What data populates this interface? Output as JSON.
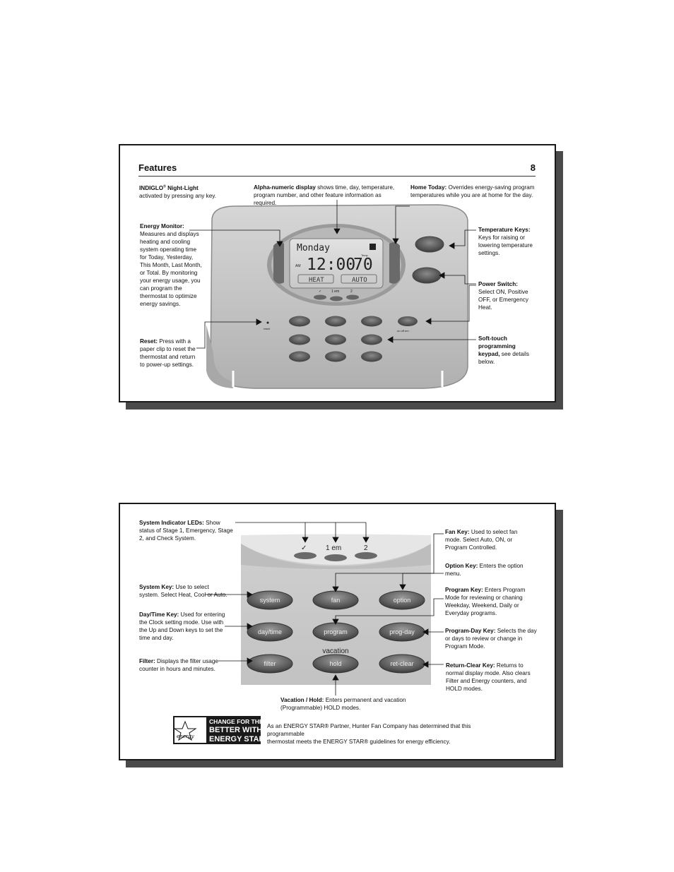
{
  "panel1": {
    "title": "Features",
    "page_number": "8",
    "indiglo_title": "INDIGLO",
    "indiglo_reg": "®",
    "indiglo_title2": " Night-Light",
    "indiglo_desc": "activated by pressing any key.",
    "alpha_title": "Alpha-numeric display",
    "alpha_desc": " shows time, day, temperature, program number, and other feature information as required.",
    "home_title": "Home Today:",
    "home_desc": " Overrides energy-saving program temperatures while you are at home for the day.",
    "energy_title": "Energy Monitor:",
    "energy_desc": "Measures and displays heating and cooling system operating time for Today, Yesterday, This Month, Last Month, or Total. By monitoring your energy usage, you can program the thermostat to optimize energy savings.",
    "temp_title": "Temperature Keys:",
    "temp_desc": "Keys for raising or lowering temperature settings.",
    "power_title": "Power Switch:",
    "power_desc": "Select ON, Positive OFF, or Emergency Heat.",
    "reset_title": "Reset:",
    "reset_desc": " Press with a paper clip to reset the thermostat and return to power-up settings.",
    "soft_title": "Soft-touch programming keypad,",
    "soft_desc": " see details below.",
    "lcd_day": "Monday",
    "lcd_time": "12:00",
    "lcd_temp": "70",
    "lcd_mode": "HEAT",
    "lcd_fan": "AUTO",
    "lcd_am": "AM",
    "lcd_temp_label": "Temp",
    "led_labels": [
      "✓",
      "1 em",
      "2"
    ],
    "reset_label": "reset",
    "power_labels": "on  off  em"
  },
  "panel2": {
    "leds_title": "System Indicator LEDs:",
    "leds_desc": " Show status of Stage 1, Emergency, Stage 2, and Check System.",
    "system_title": "System Key:",
    "system_desc": " Use to select system. Select Heat, Cool or Auto.",
    "daytime_title": "Day/Time Key:",
    "daytime_desc": " Used for entering the Clock setting mode. Use with the Up and Down keys to set the time and day.",
    "filter_title": "Filter:",
    "filter_desc": " Displays the filter usage counter in hours and minutes.",
    "fan_title": "Fan Key:",
    "fan_desc": " Used to select fan mode. Select Auto, ON, or Program Controlled.",
    "option_title": "Option Key:",
    "option_desc": " Enters the option menu.",
    "program_title": "Program Key:",
    "program_desc": " Enters Program Mode for reviewing or chaning Weekday, Weekend, Daily or Everyday programs.",
    "progday_title": "Program-Day Key:",
    "progday_desc": " Selects the day or days to review or change in Program Mode.",
    "retclear_title": "Return-Clear Key:",
    "retclear_desc": " Returns to normal display mode. Also clears Filter and Energy counters, and HOLD modes.",
    "vacation_title": "Vacation / Hold:",
    "vacation_desc": " Enters permanent and vacation (Programmable) HOLD modes.",
    "led_labels": [
      "✓",
      "1 em",
      "2"
    ],
    "vacation_label": "vacation",
    "keys": [
      "system",
      "fan",
      "option",
      "day/time",
      "program",
      "prog-day",
      "filter",
      "hold",
      "ret-clear"
    ],
    "energy_star_logo": [
      "CHANGE FOR THE",
      "BETTER WITH",
      "ENERGY STAR"
    ],
    "energy_star_script": "energy",
    "energy_star_line1": "As an ENERGY STAR® Partner, Hunter Fan Company has determined that this programmable",
    "energy_star_line2": "thermostat meets the ENERGY STAR® guidelines for energy efficiency."
  }
}
